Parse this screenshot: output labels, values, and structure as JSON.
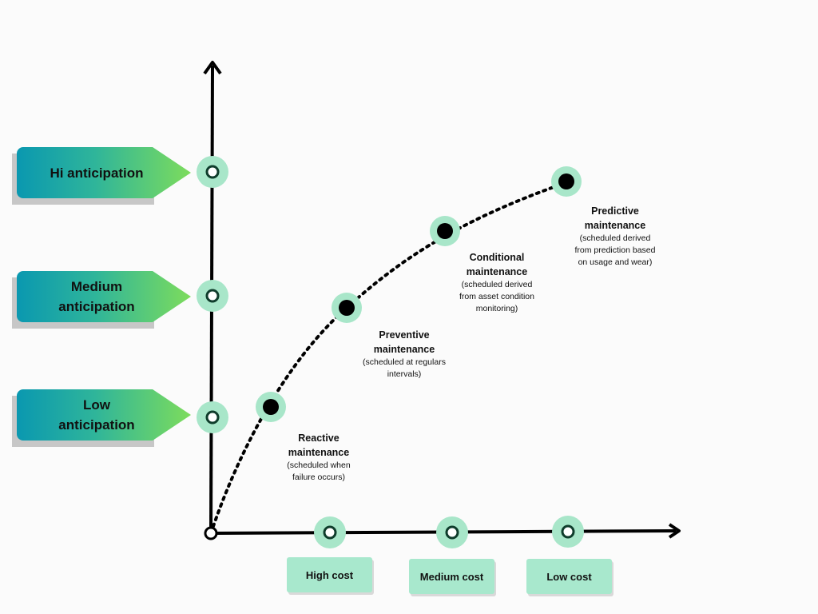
{
  "y_axis": {
    "levels": [
      {
        "label": "Hi anticipation"
      },
      {
        "label": "Medium\nanticipation"
      },
      {
        "label": "Low\nanticipation"
      }
    ]
  },
  "x_axis": {
    "levels": [
      {
        "label": "High cost"
      },
      {
        "label": "Medium cost"
      },
      {
        "label": "Low cost"
      }
    ]
  },
  "stages": [
    {
      "title": "Reactive\nmaintenance",
      "desc": "(scheduled when\nfailure occurs)"
    },
    {
      "title": "Preventive\nmaintenance",
      "desc": "(scheduled at regulars\nintervals)"
    },
    {
      "title": "Conditional\nmaintenance",
      "desc": "(scheduled derived\nfrom asset condition\nmonitoring)"
    },
    {
      "title": "Predictive\nmaintenance",
      "desc": "(scheduled derived\nfrom prediction based\non usage and wear)"
    }
  ],
  "colors": {
    "axis": "#000000",
    "marker_halo": "#a8e6c9",
    "marker_ring": "#0f3d2c",
    "label_gradient_start": "#0a98b0",
    "label_gradient_end": "#7ddc5c",
    "cost_box": "#a8e8cd"
  }
}
